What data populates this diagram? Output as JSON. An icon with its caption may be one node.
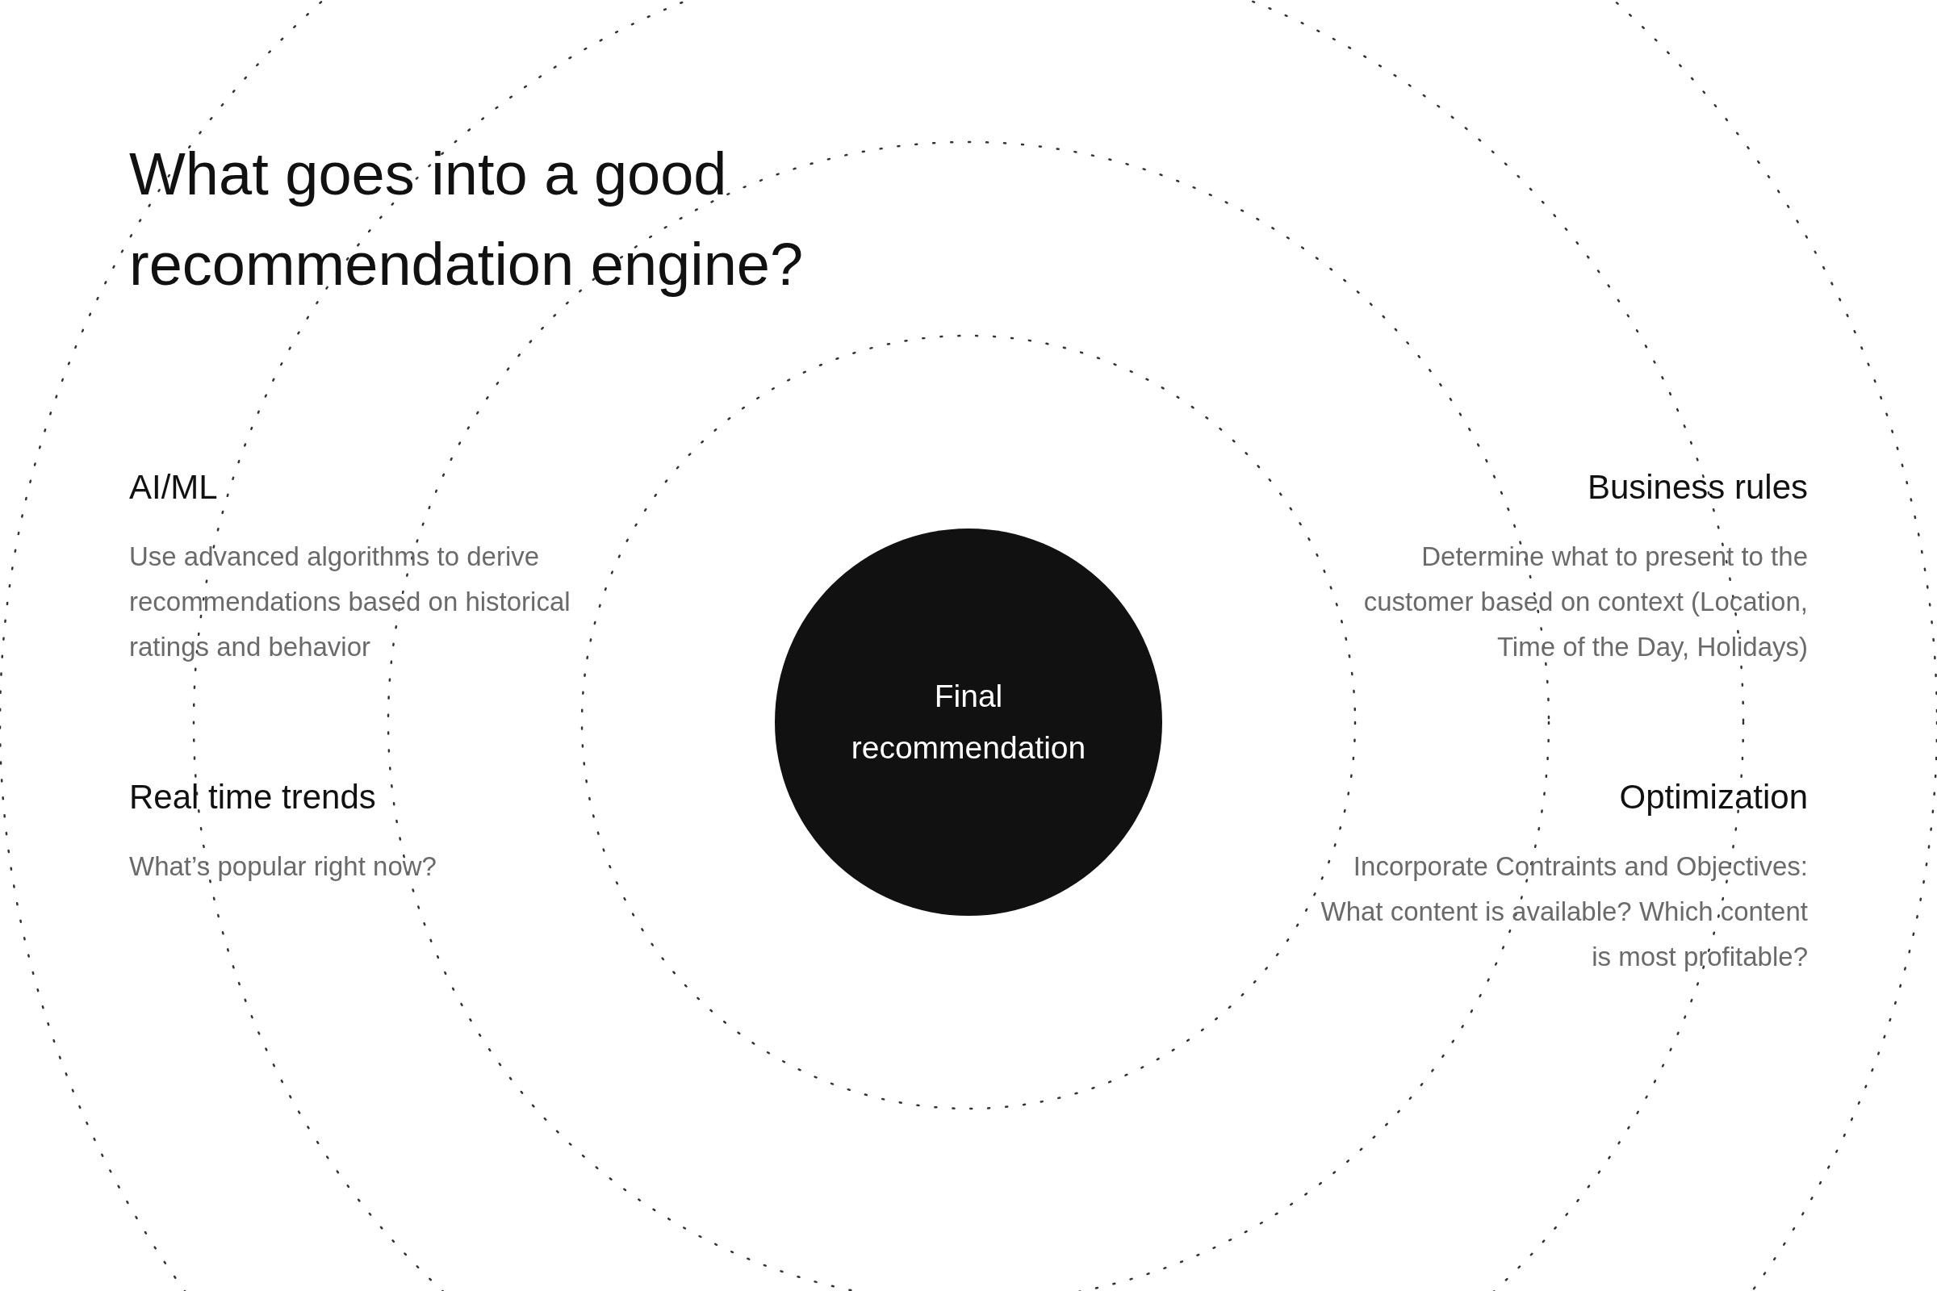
{
  "diagram": {
    "title": "What goes into a good recommendation engine?",
    "nodes": [
      {
        "text": [
          "Final recommendation"
        ]
      }
    ],
    "labels": [
      "AI/ML",
      "Use advanced algorithms to derive recommendations based on historical ratings and behavior",
      "Business rules",
      "Determine what to present to the customer based on context (Location, Time of the Day, Holidays)",
      "Real time trends",
      "What’s popular right now?",
      "Optimization",
      "Incorporate Contraints and Objectives: What content is available? Which content is most profitable?"
    ]
  }
}
